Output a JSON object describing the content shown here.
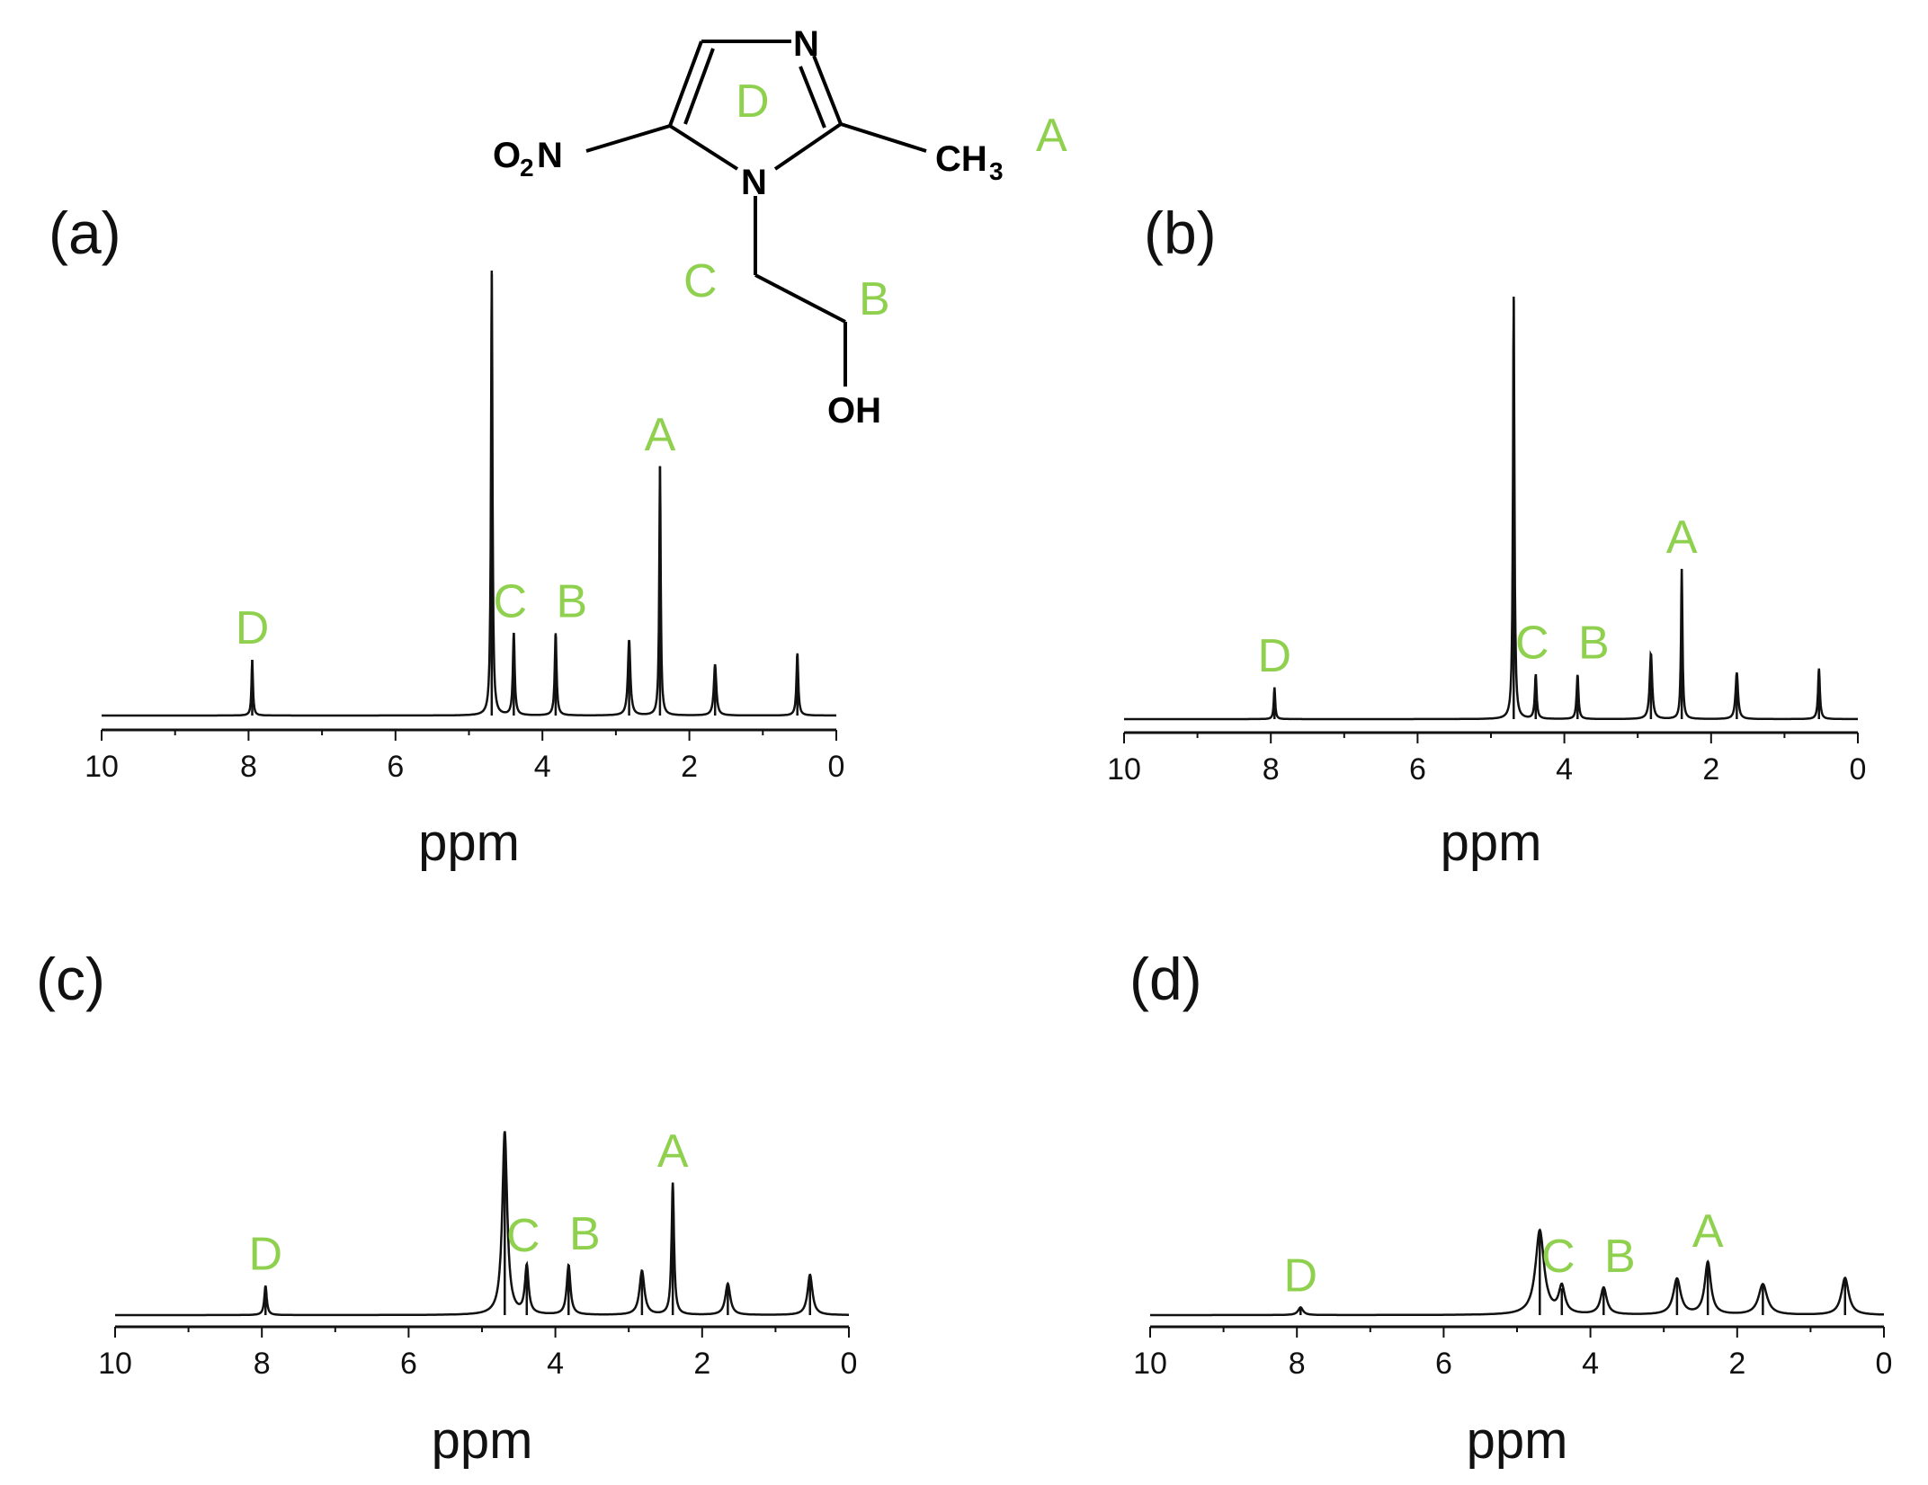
{
  "colors": {
    "peak_label": "#8fd14f",
    "line": "#111111"
  },
  "molecule": {
    "atoms": {
      "N_top": "N",
      "N1": "N",
      "no2_o": "O",
      "no2_sub": "2",
      "no2_n": "N",
      "ch3_c": "CH",
      "ch3_sub": "3",
      "oh": "OH"
    },
    "labels": {
      "D": "D",
      "A": "A",
      "C": "C",
      "B": "B"
    }
  },
  "chart_data": [
    {
      "panel": "(a)",
      "type": "line",
      "xlabel": "ppm",
      "xlim": [
        10,
        0
      ],
      "xticks": [
        "10",
        "8",
        "6",
        "4",
        "2",
        "0"
      ],
      "peaks": [
        {
          "ppm": 7.95,
          "height": 0.125,
          "width": 0.012
        },
        {
          "ppm": 4.69,
          "height": 1.0,
          "width": 0.012
        },
        {
          "ppm": 4.39,
          "height": 0.185,
          "width": 0.015
        },
        {
          "ppm": 3.82,
          "height": 0.185,
          "width": 0.015
        },
        {
          "ppm": 2.82,
          "height": 0.17,
          "width": 0.02
        },
        {
          "ppm": 2.4,
          "height": 0.56,
          "width": 0.012
        },
        {
          "ppm": 1.65,
          "height": 0.115,
          "width": 0.02
        },
        {
          "ppm": 0.53,
          "height": 0.14,
          "width": 0.015
        }
      ],
      "annotations": [
        {
          "text": "D",
          "ppm": 7.95
        },
        {
          "text": "C",
          "ppm": 4.39
        },
        {
          "text": "B",
          "ppm": 3.82
        },
        {
          "text": "A",
          "ppm": 2.4
        }
      ]
    },
    {
      "panel": "(b)",
      "type": "line",
      "xlabel": "ppm",
      "xlim": [
        10,
        0
      ],
      "xticks": [
        "10",
        "8",
        "6",
        "4",
        "2",
        "0"
      ],
      "peaks": [
        {
          "ppm": 7.95,
          "height": 0.075,
          "width": 0.012
        },
        {
          "ppm": 4.69,
          "height": 1.0,
          "width": 0.012
        },
        {
          "ppm": 4.39,
          "height": 0.105,
          "width": 0.015
        },
        {
          "ppm": 3.82,
          "height": 0.105,
          "width": 0.015
        },
        {
          "ppm": 2.82,
          "height": 0.155,
          "width": 0.02
        },
        {
          "ppm": 2.4,
          "height": 0.355,
          "width": 0.012
        },
        {
          "ppm": 1.65,
          "height": 0.11,
          "width": 0.02
        },
        {
          "ppm": 0.53,
          "height": 0.12,
          "width": 0.015
        }
      ],
      "annotations": [
        {
          "text": "D",
          "ppm": 7.95
        },
        {
          "text": "C",
          "ppm": 4.39
        },
        {
          "text": "B",
          "ppm": 3.82
        },
        {
          "text": "A",
          "ppm": 2.4
        }
      ]
    },
    {
      "panel": "(c)",
      "type": "line",
      "xlabel": "ppm",
      "xlim": [
        10,
        0
      ],
      "xticks": [
        "10",
        "8",
        "6",
        "4",
        "2",
        "0"
      ],
      "peaks": [
        {
          "ppm": 7.95,
          "height": 0.16,
          "width": 0.02
        },
        {
          "ppm": 4.69,
          "height": 1.0,
          "width": 0.04
        },
        {
          "ppm": 4.39,
          "height": 0.26,
          "width": 0.03
        },
        {
          "ppm": 3.82,
          "height": 0.27,
          "width": 0.03
        },
        {
          "ppm": 2.82,
          "height": 0.24,
          "width": 0.04
        },
        {
          "ppm": 2.4,
          "height": 0.72,
          "width": 0.02
        },
        {
          "ppm": 1.65,
          "height": 0.17,
          "width": 0.04
        },
        {
          "ppm": 0.53,
          "height": 0.22,
          "width": 0.04
        }
      ],
      "annotations": [
        {
          "text": "D",
          "ppm": 7.95
        },
        {
          "text": "C",
          "ppm": 4.39
        },
        {
          "text": "B",
          "ppm": 3.82
        },
        {
          "text": "A",
          "ppm": 2.4
        }
      ]
    },
    {
      "panel": "(d)",
      "type": "line",
      "xlabel": "ppm",
      "xlim": [
        10,
        0
      ],
      "xticks": [
        "10",
        "8",
        "6",
        "4",
        "2",
        "0"
      ],
      "peaks": [
        {
          "ppm": 7.95,
          "height": 0.06,
          "width": 0.04
        },
        {
          "ppm": 4.69,
          "height": 0.66,
          "width": 0.07
        },
        {
          "ppm": 4.39,
          "height": 0.21,
          "width": 0.05
        },
        {
          "ppm": 3.82,
          "height": 0.21,
          "width": 0.05
        },
        {
          "ppm": 2.82,
          "height": 0.28,
          "width": 0.06
        },
        {
          "ppm": 2.4,
          "height": 0.41,
          "width": 0.05
        },
        {
          "ppm": 1.65,
          "height": 0.24,
          "width": 0.07
        },
        {
          "ppm": 0.53,
          "height": 0.29,
          "width": 0.06
        }
      ],
      "annotations": [
        {
          "text": "D",
          "ppm": 7.95
        },
        {
          "text": "C",
          "ppm": 4.39
        },
        {
          "text": "B",
          "ppm": 3.82
        },
        {
          "text": "A",
          "ppm": 2.4
        }
      ]
    }
  ]
}
